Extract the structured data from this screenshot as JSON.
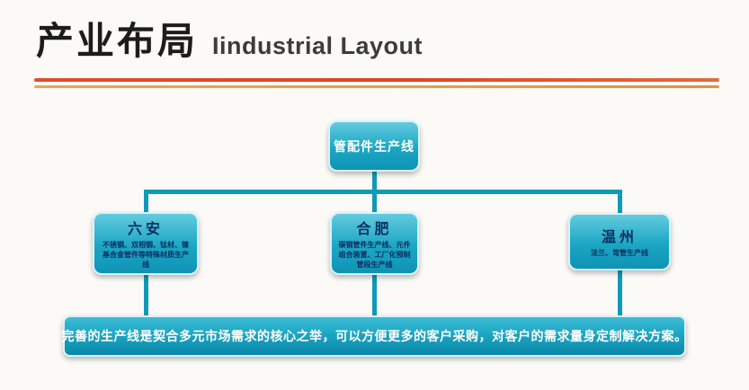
{
  "colors": {
    "bg": "#fbfaf7",
    "title": "#1c1c1c",
    "subtitle": "#3c3c3c",
    "rule-red": "#dd4526",
    "rule-orange": "#ec9c3e",
    "line": "#0f9ab8",
    "node-top": "#63cbde",
    "node-mid": "#1ba6c4",
    "node-bottom": "#0f93b4",
    "node-border": "#d9f2f7",
    "node-text": "#0b2d5e",
    "root-text": "#ffffff",
    "footer-text": "#ffffff"
  },
  "header": {
    "title_zh": "产业布局",
    "title_en": "Iindustrial Layout"
  },
  "diagram": {
    "root": {
      "label": "管配件生产线"
    },
    "children": [
      {
        "label": "六安",
        "desc": "不锈钢、双相钢、钛材、镍基合金管件等特殊材质生产线"
      },
      {
        "label": "合肥",
        "desc": "碳钢管件生产线、元件组合装置、工厂化预制管段生产线"
      },
      {
        "label": "温州",
        "desc": "法兰、弯管生产线"
      }
    ],
    "footer": "完善的生产线是契合多元市场需求的核心之举，可以方便更多的客户采购，对客户的需求量身定制解决方案。"
  }
}
